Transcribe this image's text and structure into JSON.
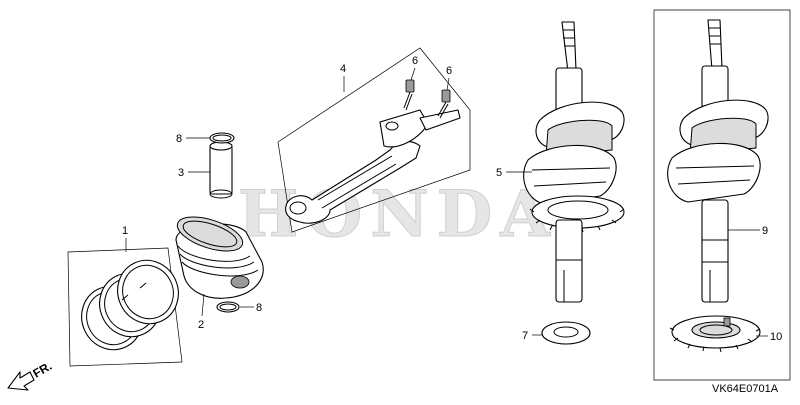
{
  "watermark": "HONDA",
  "diagram_code": "VK64E0701A",
  "direction_label": "FR.",
  "callouts": {
    "c1": "1",
    "c2": "2",
    "c3": "3",
    "c4": "4",
    "c5": "5",
    "c6a": "6",
    "c6b": "6",
    "c7": "7",
    "c8a": "8",
    "c8b": "8",
    "c9": "9",
    "c10": "10"
  }
}
